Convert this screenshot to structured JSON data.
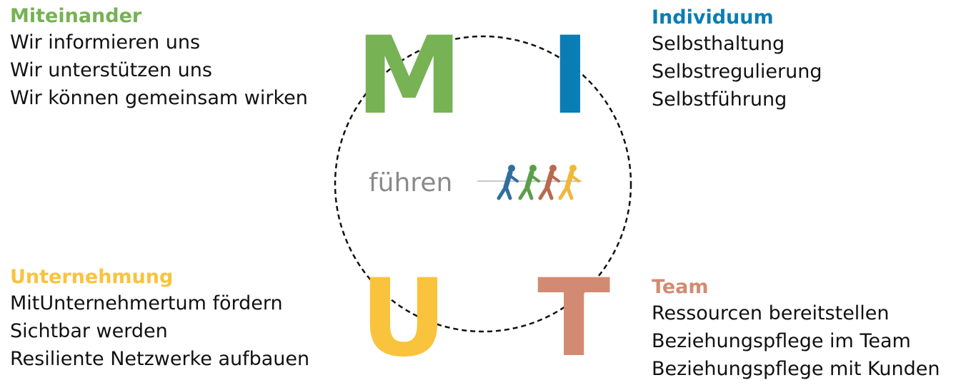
{
  "colors": {
    "green": "#77b255",
    "blue": "#0a7db5",
    "yellow": "#f9c33d",
    "salmon": "#d28b72",
    "circle": "#111111",
    "center_text": "#8a8a8a"
  },
  "letters": {
    "m": "M",
    "i": "I",
    "u": "U",
    "t": "T"
  },
  "center": {
    "word": "führen",
    "icon": "tug-of-war-people-icon"
  },
  "miteinander": {
    "heading": "Miteinander",
    "items": [
      "Wir informieren uns",
      "Wir unterstützen uns",
      "Wir können gemeinsam wirken"
    ]
  },
  "individuum": {
    "heading": "Individuum",
    "items": [
      "Selbsthaltung",
      "Selbstregulierung",
      "Selbstführung"
    ]
  },
  "unternehmung": {
    "heading": "Unternehmung",
    "items": [
      "MitUnternehmertum fördern",
      "Sichtbar werden",
      "Resiliente Netzwerke aufbauen"
    ]
  },
  "team": {
    "heading": "Team",
    "items": [
      "Ressourcen bereitstellen",
      "Beziehungspflege im Team",
      "Beziehungspflege mit Kunden"
    ]
  }
}
